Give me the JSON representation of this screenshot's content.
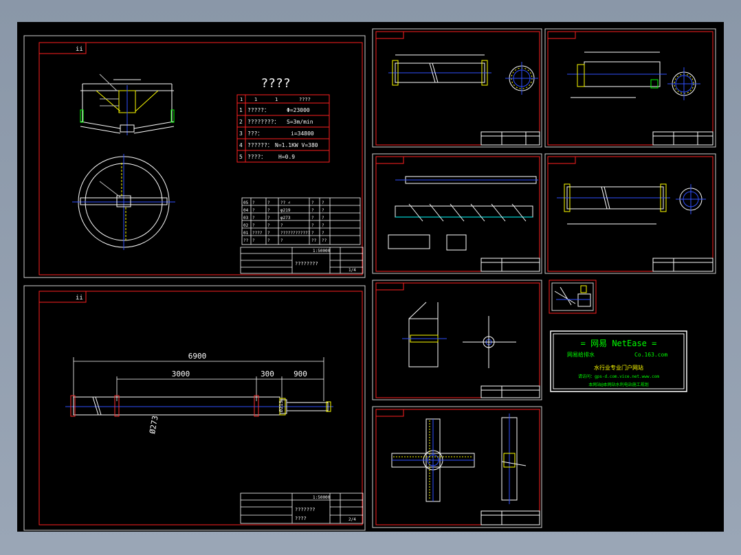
{
  "sheet1": {
    "label": "ii",
    "main_title": "????",
    "param_header": [
      "1",
      "1",
      "1",
      "????"
    ],
    "params": [
      {
        "no": "1",
        "name": "?????：",
        "value": "Φ=23000"
      },
      {
        "no": "2",
        "name": "????????：",
        "value": "S=3m/min"
      },
      {
        "no": "3",
        "name": "???：",
        "value": "i=34800"
      },
      {
        "no": "4",
        "name": "??????：",
        "value": "N=1.1KW  V=380"
      },
      {
        "no": "5",
        "name": "????：",
        "value": "H=0.9"
      }
    ],
    "parts_rows": [
      [
        "05",
        "?",
        "?",
        "?? ∠",
        "?",
        "?"
      ],
      [
        "04",
        "?",
        "?",
        "φ219",
        "?",
        "?"
      ],
      [
        "03",
        "?",
        "?",
        "φ273",
        "?",
        "?"
      ],
      [
        "02",
        "?",
        "?",
        "?",
        "?",
        "?"
      ],
      [
        "01",
        "????",
        "?",
        "????????????",
        "?",
        "?"
      ],
      [
        "??",
        "?",
        "?",
        "?",
        "??",
        "??"
      ]
    ],
    "title_block": {
      "scale": "1:50000",
      "drawing_name": "????????",
      "sheet": "1/4"
    }
  },
  "sheet2": {
    "label": "ii",
    "dims": {
      "overall": "6900",
      "d1": "3000",
      "d2": "300",
      "d3": "900",
      "diameter": "Ø273",
      "end": "Ø219"
    },
    "title_block": {
      "scale": "1:50000",
      "drawing_name": "???????",
      "name2": "????",
      "sheet": "2/4"
    }
  },
  "watermark": {
    "line1": "= 网易 NetEase =",
    "line2_left": "网易给排水",
    "line2_right": "Co.163.com",
    "line3": "水行业专业门户网站",
    "line4": "请访问：gps-d.com.vice.net.www.com",
    "line5": "本网站@本网站水利电站施工规划"
  }
}
